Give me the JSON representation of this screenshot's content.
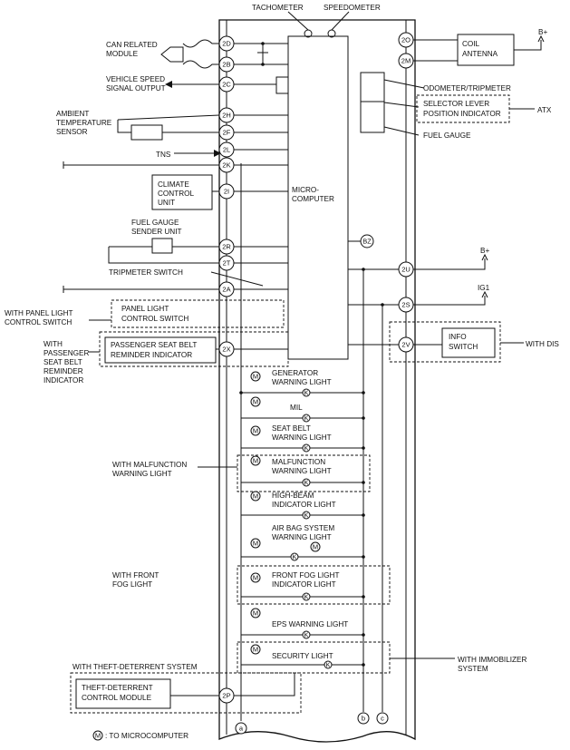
{
  "labels": {
    "tachometer": "TACHOMETER",
    "speedometer": "SPEEDOMETER",
    "b_plus_1": "B+",
    "coil_antenna_1": "COIL",
    "coil_antenna_2": "ANTENNA",
    "can_module_1": "CAN RELATED",
    "can_module_2": "MODULE",
    "vss_1": "VEHICLE SPEED",
    "vss_2": "SIGNAL OUTPUT",
    "odometer": "ODOMETER/TRIPMETER",
    "selector_1": "SELECTOR LEVER",
    "selector_2": "POSITION INDICATOR",
    "atx": "ATX",
    "ambient_1": "AMBIENT",
    "ambient_2": "TEMPERATURE",
    "ambient_3": "SENSOR",
    "fuel_gauge": "FUEL GAUGE",
    "tns": "TNS",
    "climate_1": "CLIMATE",
    "climate_2": "CONTROL",
    "climate_3": "UNIT",
    "micro_1": "MICRO-",
    "micro_2": "COMPUTER",
    "fuel_sender_1": "FUEL GAUGE",
    "fuel_sender_2": "SENDER UNIT",
    "b_plus_2": "B+",
    "tripmeter_switch": "TRIPMETER SWITCH",
    "ig1": "IG1",
    "with_panel_1": "WITH PANEL LIGHT",
    "with_panel_2": "CONTROL SWITCH",
    "panel_switch_1": "PANEL LIGHT",
    "panel_switch_2": "CONTROL SWITCH",
    "with_psbr_1": "WITH",
    "with_psbr_2": "PASSENGER",
    "with_psbr_3": "SEAT BELT",
    "with_psbr_4": "REMINDER",
    "with_psbr_5": "INDICATOR",
    "psbr_1": "PASSENGER SEAT BELT",
    "psbr_2": "REMINDER INDICATOR",
    "info_1": "INFO",
    "info_2": "SWITCH",
    "with_dis": "WITH DIS",
    "gen_1": "GENERATOR",
    "gen_2": "WARNING LIGHT",
    "mil": "MIL",
    "seatbelt_1": "SEAT BELT",
    "seatbelt_2": "WARNING LIGHT",
    "with_malf_1": "WITH MALFUNCTION",
    "with_malf_2": "WARNING LIGHT",
    "malf_1": "MALFUNCTION",
    "malf_2": "WARNING LIGHT",
    "highbeam_1": "HIGH-BEAM",
    "highbeam_2": "INDICATOR LIGHT",
    "airbag_1": "AIR BAG SYSTEM",
    "airbag_2": "WARNING LIGHT",
    "with_fog_1": "WITH FRONT",
    "with_fog_2": "FOG LIGHT",
    "fog_1": "FRONT FOG LIGHT",
    "fog_2": "INDICATOR LIGHT",
    "eps": "EPS WARNING LIGHT",
    "security": "SECURITY LIGHT",
    "with_immob_1": "WITH IMMOBILIZER",
    "with_immob_2": "SYSTEM",
    "with_theft": "WITH THEFT-DETERRENT SYSTEM",
    "theft_1": "THEFT-DETERRENT",
    "theft_2": "CONTROL MODULE",
    "legend": ": TO MICROCOMPUTER"
  },
  "terminals": {
    "t2D": "2D",
    "t2B": "2B",
    "t2O": "2O",
    "t2M": "2M",
    "t2C": "2C",
    "t2H": "2H",
    "t2F": "2F",
    "t2L": "2L",
    "t2K": "2K",
    "t2I": "2I",
    "t2R": "2R",
    "t2T": "2T",
    "t2A": "2A",
    "t2U": "2U",
    "t2S": "2S",
    "t2X": "2X",
    "t2V": "2V",
    "t2P": "2P",
    "tBZ": "BZ"
  },
  "symbols": {
    "m": "M",
    "k": "K",
    "a": "a",
    "b": "b",
    "c": "c"
  }
}
